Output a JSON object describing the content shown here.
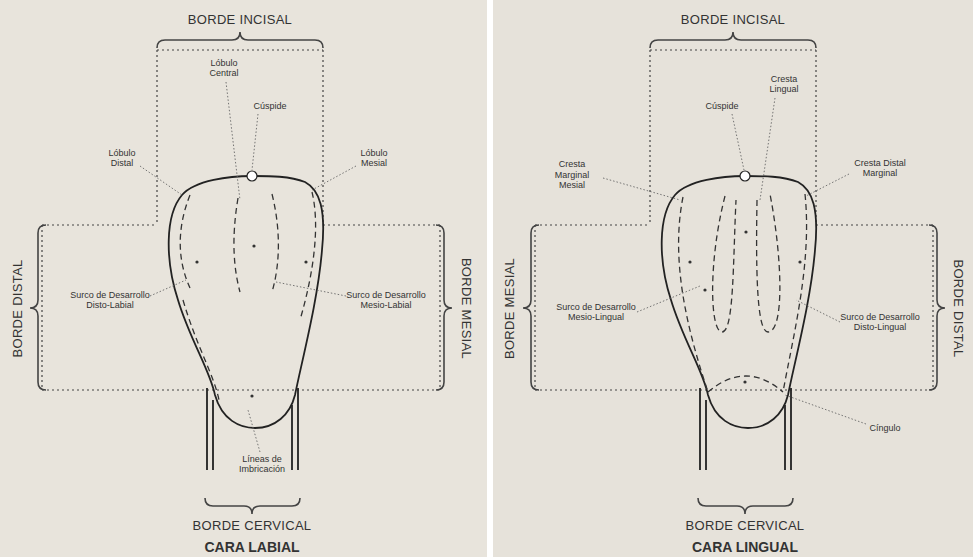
{
  "diagram": {
    "labels": [
      "BORDE INCISAL",
      "Lóbulo Central",
      "Cúspide",
      "Lóbulo Distal",
      "Lóbulo Mesial",
      "BORDE DISTAL",
      "Surco de Desarrollo Disto-Labial",
      "Surco de Desarrollo Mesio-Labial",
      "BORDE MESIAL",
      "Líneas de Imbricación",
      "BORDE CERVICAL",
      "CARA LABIAL",
      "BORDE INCISAL",
      "Cresta Lingual",
      "Cúspide",
      "Cresta Marginal Mesial",
      "Cresta Distal Marginal",
      "BORDE MESIAL",
      "Surco de Desarrollo Mesio-Lingual",
      "Surco de Desarrollo Disto-Lingual",
      "BORDE DISTAL",
      "Cíngulo",
      "BORDE CERVICAL",
      "CARA LINGUAL"
    ]
  }
}
